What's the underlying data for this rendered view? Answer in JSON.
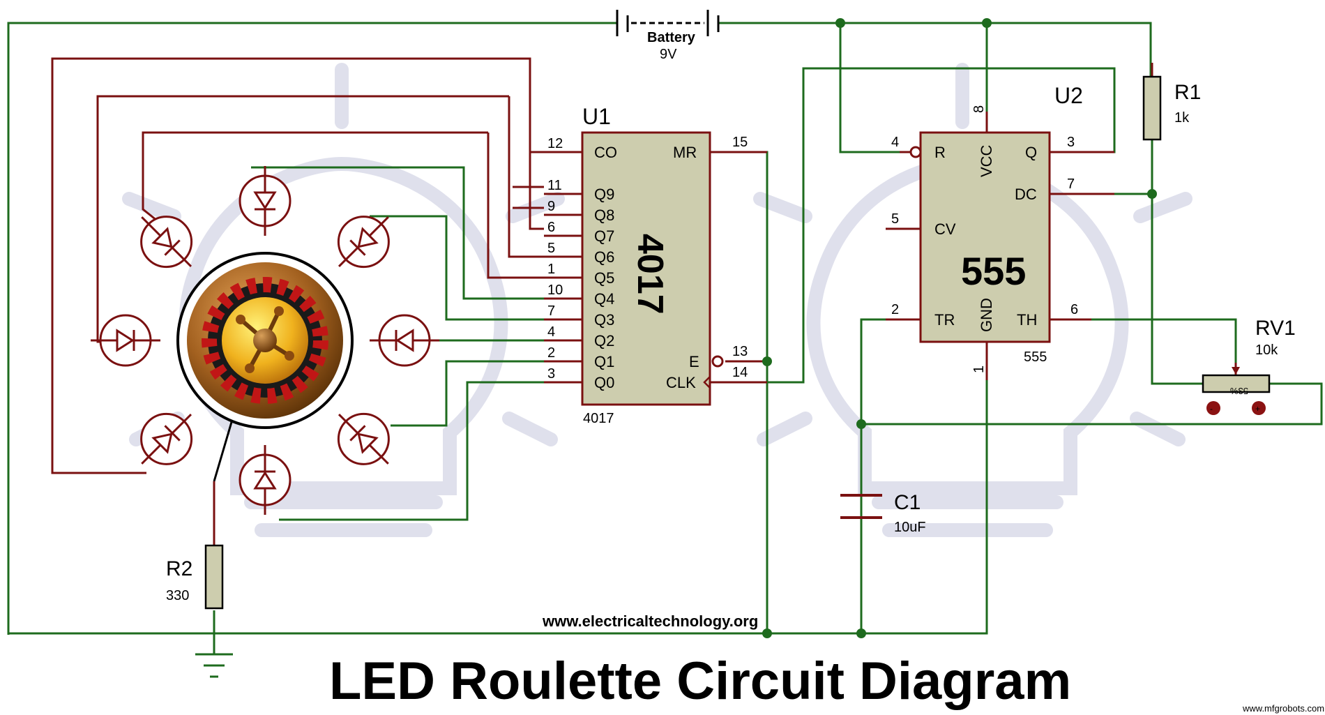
{
  "title": "LED Roulette Circuit Diagram",
  "watermark": "www.electricaltechnology.org",
  "corner_credit": "www.mfgrobots.com",
  "colors": {
    "wire_green": "#1e6b1e",
    "wire_red": "#7a1010",
    "ic_fill": "#cdcdae",
    "title_blue": "#0a1be6",
    "ic_label_blue": "#1a3fd8",
    "watermark": "#dfe0ec"
  },
  "battery": {
    "name": "Battery",
    "value": "9V"
  },
  "u1": {
    "ref": "U1",
    "body_label": "4017",
    "part": "4017",
    "left_pins": [
      {
        "num": "12",
        "name": "CO"
      },
      {
        "num": "11",
        "name": "Q9"
      },
      {
        "num": "9",
        "name": "Q8"
      },
      {
        "num": "6",
        "name": "Q7"
      },
      {
        "num": "5",
        "name": "Q6"
      },
      {
        "num": "1",
        "name": "Q5"
      },
      {
        "num": "10",
        "name": "Q4"
      },
      {
        "num": "7",
        "name": "Q3"
      },
      {
        "num": "4",
        "name": "Q2"
      },
      {
        "num": "2",
        "name": "Q1"
      },
      {
        "num": "3",
        "name": "Q0"
      }
    ],
    "right_pins": [
      {
        "num": "15",
        "name": "MR"
      },
      {
        "num": "13",
        "name": "E"
      },
      {
        "num": "14",
        "name": "CLK"
      }
    ]
  },
  "u2": {
    "ref": "U2",
    "body_label": "555",
    "part": "555",
    "pins": {
      "r": {
        "num": "4",
        "name": "R"
      },
      "vcc": {
        "num": "8",
        "name": "VCC"
      },
      "q": {
        "num": "3",
        "name": "Q"
      },
      "dc": {
        "num": "7",
        "name": "DC"
      },
      "cv": {
        "num": "5",
        "name": "CV"
      },
      "tr": {
        "num": "2",
        "name": "TR"
      },
      "gnd": {
        "num": "1",
        "name": "GND"
      },
      "th": {
        "num": "6",
        "name": "TH"
      }
    }
  },
  "r1": {
    "ref": "R1",
    "value": "1k"
  },
  "r2": {
    "ref": "R2",
    "value": "330"
  },
  "rv1": {
    "ref": "RV1",
    "value": "10k",
    "setting": "53%"
  },
  "c1": {
    "ref": "C1",
    "value": "10uF"
  }
}
